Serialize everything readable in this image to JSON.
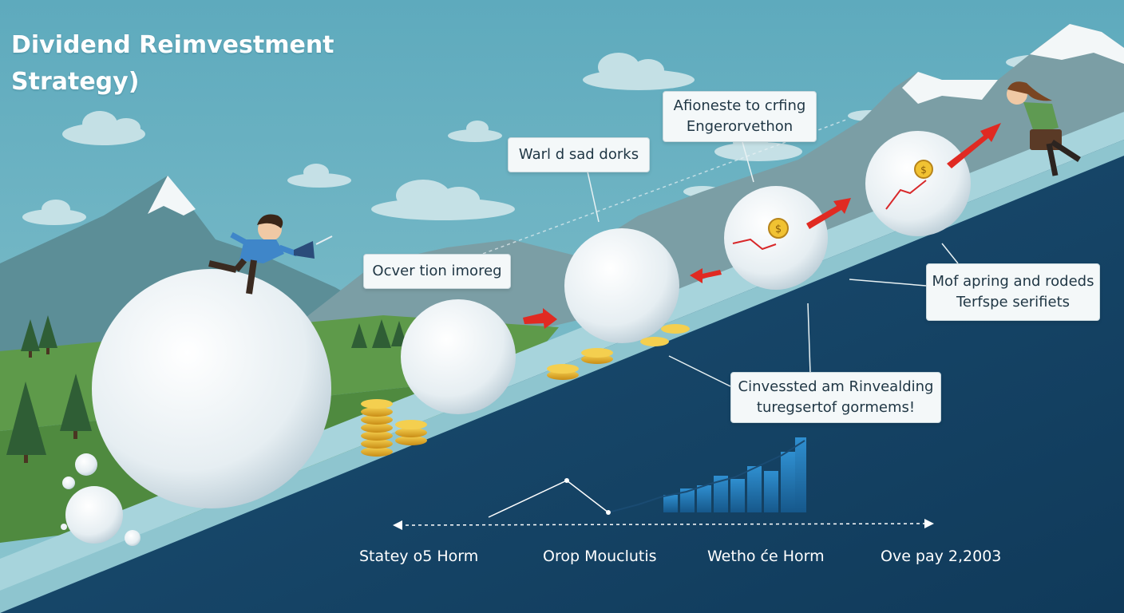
{
  "title": {
    "line1": "Dividend Reimvestment",
    "line2": "Strategy)"
  },
  "callouts": {
    "afioneste": {
      "line1": "Afioneste to сrfing",
      "line2": "Engerorvethon"
    },
    "warl": {
      "line1": "Warl d sad dorks"
    },
    "ocver": {
      "line1": "Ocver tion imoreg"
    },
    "mof": {
      "line1": "Mof apring and rodeds",
      "line2": "Terfspe serifiets"
    },
    "cinvessted": {
      "line1": "Cinvessted am Rinvealding",
      "line2": "turegsertof gormems!"
    }
  },
  "timeline": {
    "labels": [
      "Statey o5 Horm",
      "Orop Mouclutis",
      "Wetho će Horm",
      "Ove pay 2,2003"
    ]
  },
  "colors": {
    "sky": "#6fb4c4",
    "slope_dark": "#17466a",
    "snow": "#eef3f6",
    "coin": "#e2ad2a",
    "arrow": "#e02a22",
    "grass": "#5e9a4a"
  }
}
